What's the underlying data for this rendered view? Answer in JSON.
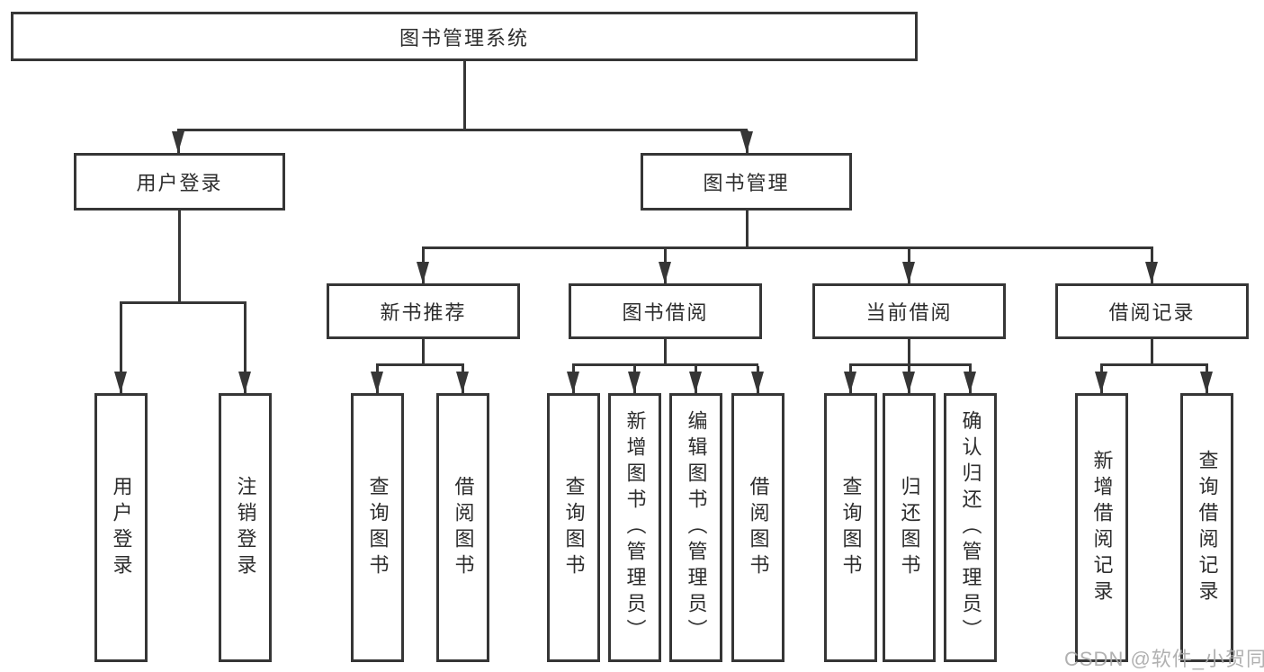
{
  "diagram": {
    "root": {
      "label": "图书管理系统"
    },
    "level2": {
      "user_login": {
        "label": "用户登录"
      },
      "book_mgmt": {
        "label": "图书管理"
      }
    },
    "level3": {
      "new_book": {
        "label": "新书推荐"
      },
      "book_borrow": {
        "label": "图书借阅"
      },
      "current_borrow": {
        "label": "当前借阅"
      },
      "borrow_record": {
        "label": "借阅记录"
      }
    },
    "leaves": {
      "login": [
        "用户登录",
        "注销登录"
      ],
      "new_book": [
        "查询图书",
        "借阅图书"
      ],
      "book_borrow": [
        "查询图书",
        "新增图书（管理员）",
        "编辑图书（管理员）",
        "借阅图书"
      ],
      "current_borrow": [
        "查询图书",
        "归还图书",
        "确认归还（管理员）"
      ],
      "borrow_record": [
        "新增借阅记录",
        "查询借阅记录"
      ]
    }
  },
  "watermark": "CSDN @软件_小贺同学",
  "colors": {
    "line": "#363636",
    "text": "#2d2d2d",
    "watermark": "#a8a8a8",
    "background": "#ffffff"
  }
}
